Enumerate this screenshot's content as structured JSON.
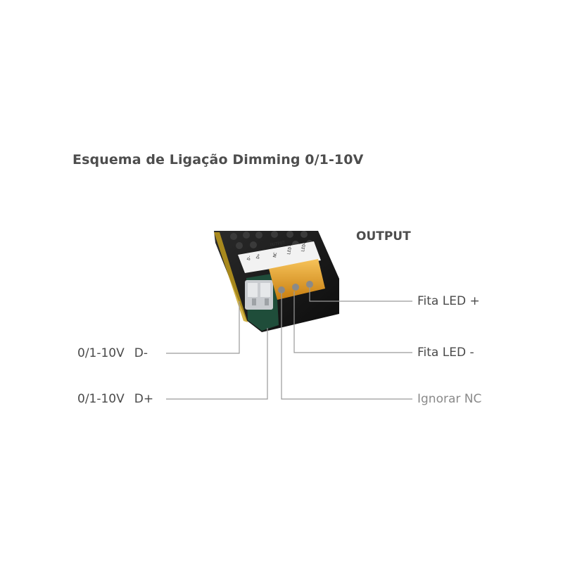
{
  "title": "Esquema de Ligação Dimming 0/1-10V",
  "output_label": "OUTPUT",
  "device_terminal_labels": [
    "D-",
    "D+",
    "OUTPUT",
    "NC",
    "LED-",
    "LED+"
  ],
  "left_labels": [
    {
      "signal": "0/1-10V",
      "terminal": "D-"
    },
    {
      "signal": "0/1-10V",
      "terminal": "D+"
    }
  ],
  "right_labels": [
    {
      "text": "Fita LED +"
    },
    {
      "text": "Fita LED -"
    },
    {
      "text": "Ignorar NC"
    }
  ],
  "colors": {
    "leader_line": "#9a9a9a",
    "device_body": "#161616",
    "terminal_block": "#e8a21c",
    "input_terminal": "#c9ccd0",
    "ignore_label": "#8a8a8a"
  }
}
